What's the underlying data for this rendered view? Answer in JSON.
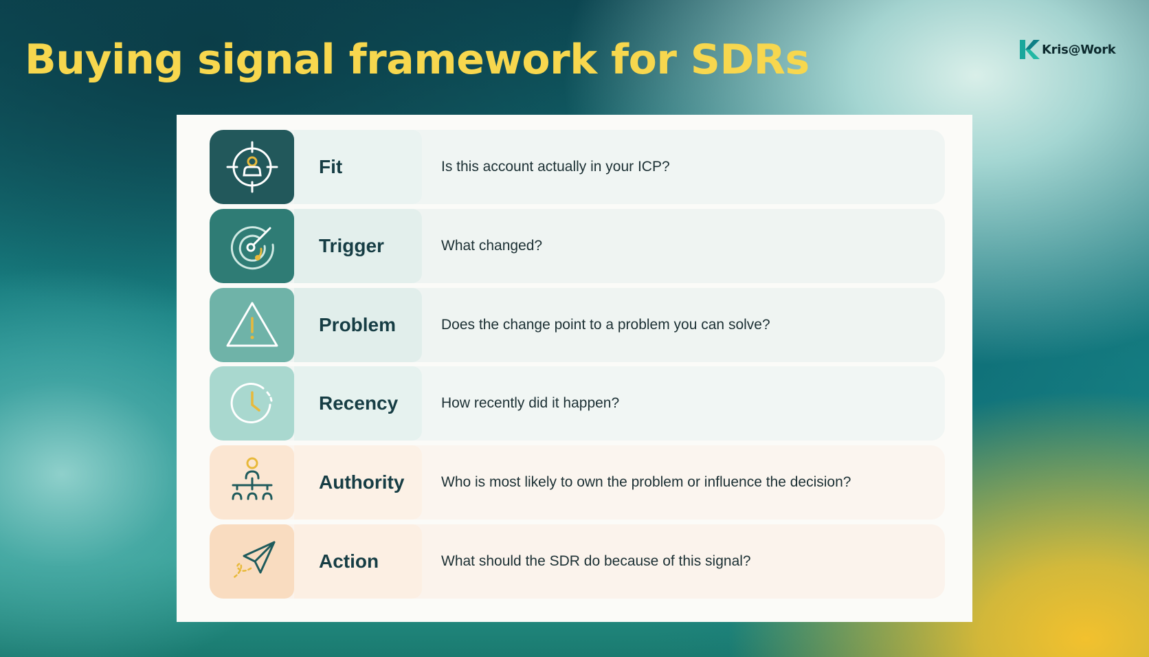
{
  "title": "Buying signal framework for SDRs",
  "logo": {
    "text": "Kris@Work",
    "icon": "k-logo-icon"
  },
  "colors": {
    "title": "#f7d74e",
    "accent_yellow": "#e8b93a",
    "dark_teal": "#1f5b5c"
  },
  "rows": [
    {
      "label": "Fit",
      "description": "Is this account actually in your ICP?",
      "icon": "target-person-icon",
      "icon_bg": "#22585b",
      "label_bg": "#eaf3f1",
      "row_bg": "#f0f5f3"
    },
    {
      "label": "Trigger",
      "description": "What changed?",
      "icon": "radar-icon",
      "icon_bg": "#2f7c75",
      "label_bg": "#e3efec",
      "row_bg": "#eff4f2"
    },
    {
      "label": "Problem",
      "description": "Does the change point to a problem you can solve?",
      "icon": "warning-icon",
      "icon_bg": "#6fb3a8",
      "label_bg": "#e1eeeb",
      "row_bg": "#eff4f2"
    },
    {
      "label": "Recency",
      "description": "How recently did it happen?",
      "icon": "clock-icon",
      "icon_bg": "#a9d8cf",
      "label_bg": "#e6f2ef",
      "row_bg": "#f1f6f4"
    },
    {
      "label": "Authority",
      "description": "Who is most likely to own the problem or influence the decision?",
      "icon": "org-chart-icon",
      "icon_bg": "#fbe6d2",
      "label_bg": "#fcf1e6",
      "row_bg": "#fbf5ef"
    },
    {
      "label": "Action",
      "description": "What should the SDR do because of this signal?",
      "icon": "paper-plane-icon",
      "icon_bg": "#f9dcc0",
      "label_bg": "#fcefe3",
      "row_bg": "#fbf3ec"
    }
  ]
}
